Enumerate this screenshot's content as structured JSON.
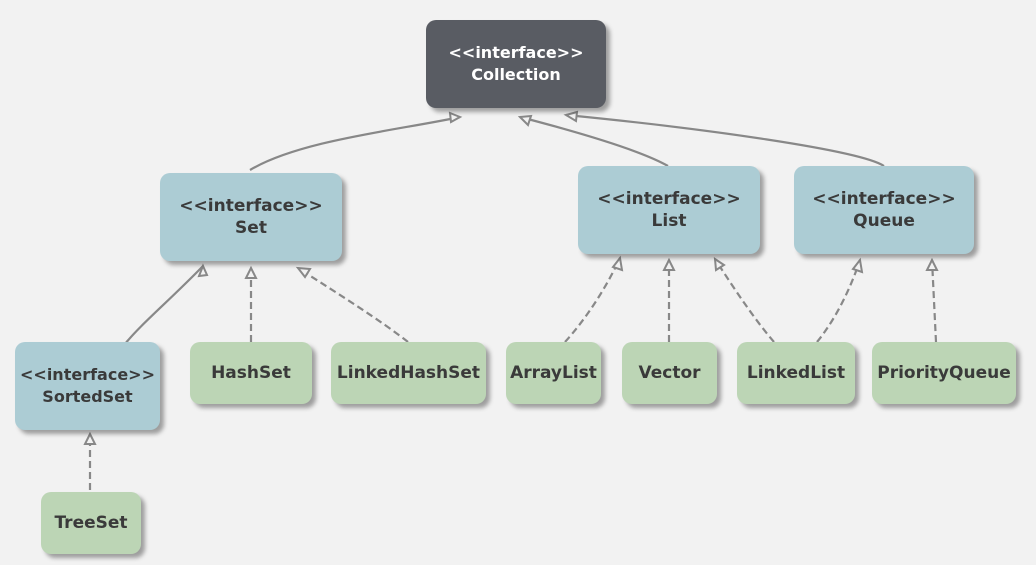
{
  "nodes": {
    "collection": {
      "stereotype": "<<interface>>",
      "name": "Collection"
    },
    "set": {
      "stereotype": "<<interface>>",
      "name": "Set"
    },
    "list": {
      "stereotype": "<<interface>>",
      "name": "List"
    },
    "queue": {
      "stereotype": "<<interface>>",
      "name": "Queue"
    },
    "sortedset": {
      "stereotype": "<<interface>>",
      "name": "SortedSet"
    },
    "hashset": {
      "name": "HashSet"
    },
    "linkedhashset": {
      "name": "LinkedHashSet"
    },
    "arraylist": {
      "name": "ArrayList"
    },
    "vector": {
      "name": "Vector"
    },
    "linkedlist": {
      "name": "LinkedList"
    },
    "priorityqueue": {
      "name": "PriorityQueue"
    },
    "treeset": {
      "name": "TreeSet"
    }
  },
  "edges": [
    {
      "from": "set",
      "to": "collection",
      "kind": "extends"
    },
    {
      "from": "list",
      "to": "collection",
      "kind": "extends"
    },
    {
      "from": "queue",
      "to": "collection",
      "kind": "extends"
    },
    {
      "from": "sortedset",
      "to": "set",
      "kind": "extends"
    },
    {
      "from": "hashset",
      "to": "set",
      "kind": "implements"
    },
    {
      "from": "linkedhashset",
      "to": "set",
      "kind": "implements"
    },
    {
      "from": "arraylist",
      "to": "list",
      "kind": "implements"
    },
    {
      "from": "vector",
      "to": "list",
      "kind": "implements"
    },
    {
      "from": "linkedlist",
      "to": "list",
      "kind": "implements"
    },
    {
      "from": "linkedlist",
      "to": "queue",
      "kind": "implements"
    },
    {
      "from": "priorityqueue",
      "to": "queue",
      "kind": "implements"
    },
    {
      "from": "treeset",
      "to": "sortedset",
      "kind": "implements"
    }
  ],
  "colors": {
    "background": "#f2f2f2",
    "root_fill": "#595c63",
    "interface_fill": "#acccd4",
    "class_fill": "#bcd5b5",
    "edge": "#888888"
  }
}
